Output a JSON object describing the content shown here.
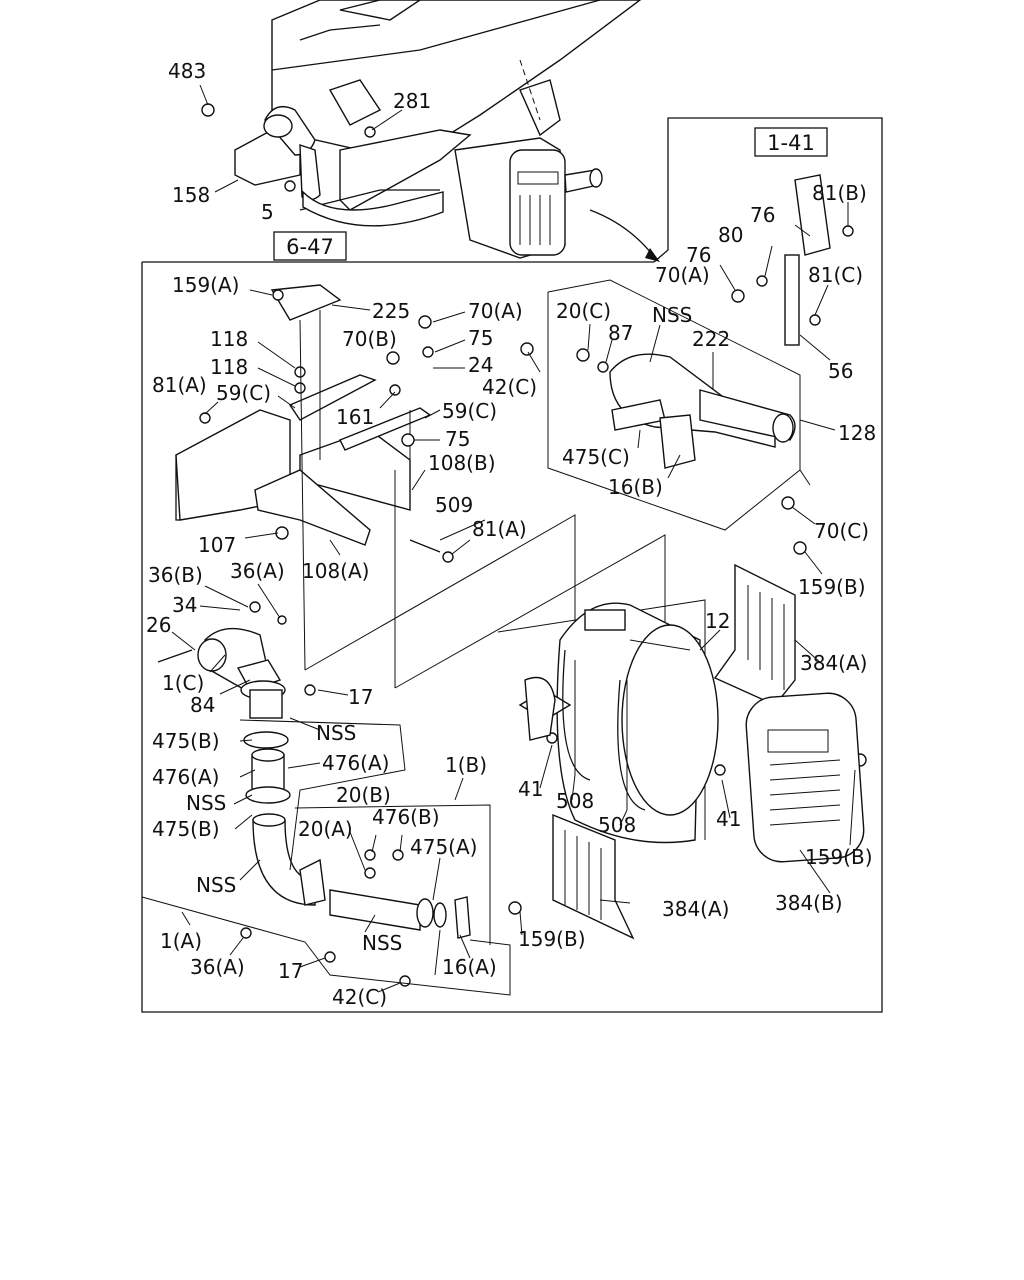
{
  "diagram": {
    "references": [
      {
        "id": "ref-1-41",
        "text": "1-41"
      },
      {
        "id": "ref-6-47",
        "text": "6-47"
      }
    ],
    "labels": {
      "l483": "483",
      "l281": "281",
      "l158": "158",
      "l5": "5",
      "l81b": "81(B)",
      "l76a": "76",
      "l80": "80",
      "l76b": "76",
      "l70a_top": "70(A)",
      "l81c": "81(C)",
      "l56": "56",
      "l159a": "159(A)",
      "l225": "225",
      "l70a": "70(A)",
      "l75a": "75",
      "l70b": "70(B)",
      "l24": "24",
      "l118a": "118",
      "l118b": "118",
      "l81a": "81(A)",
      "l59c_a": "59(C)",
      "l161": "161",
      "l59c_b": "59(C)",
      "l75b": "75",
      "l108b": "108(B)",
      "l509": "509",
      "l81a_b": "81(A)",
      "l107": "107",
      "l108a": "108(A)",
      "l20c": "20(C)",
      "l87": "87",
      "lnss_top": "NSS",
      "l222": "222",
      "l42c_top": "42(C)",
      "l128": "128",
      "l475c": "475(C)",
      "l16b": "16(B)",
      "l70c": "70(C)",
      "l36b": "36(B)",
      "l36a_top": "36(A)",
      "l34": "34",
      "l26": "26",
      "l1c": "1(C)",
      "l84": "84",
      "l17_top": "17",
      "l159b_top": "159(B)",
      "l12": "12",
      "l384a_top": "384(A)",
      "l475b_top": "475(B)",
      "lnss_1": "NSS",
      "l476a_l": "476(A)",
      "l476a_r": "476(A)",
      "lnss_2": "NSS",
      "l475b_bot": "475(B)",
      "l1b": "1(B)",
      "l20b": "20(B)",
      "l476b": "476(B)",
      "l20a": "20(A)",
      "l475a": "475(A)",
      "l41a": "41",
      "l508a": "508",
      "l508b": "508",
      "l41b": "41",
      "l159b_r": "159(B)",
      "lnss_3": "NSS",
      "l384a_bot": "384(A)",
      "l384b": "384(B)",
      "l1a": "1(A)",
      "l36a_bot": "36(A)",
      "lnss_4": "NSS",
      "l16a": "16(A)",
      "l17_bot": "17",
      "l159b_bot": "159(B)",
      "l42c_bot": "42(C)"
    }
  }
}
